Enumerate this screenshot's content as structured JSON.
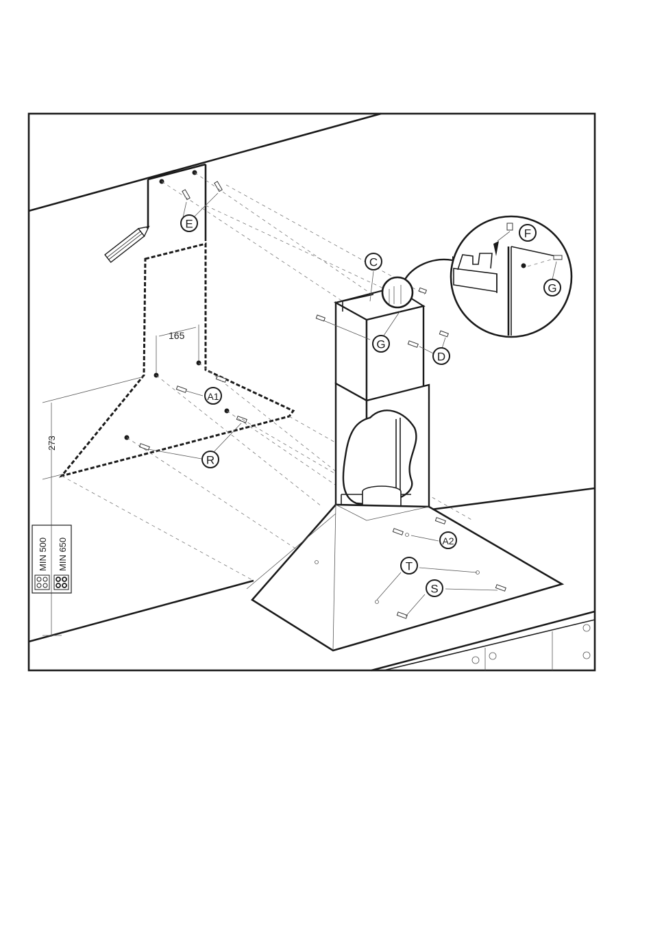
{
  "diagram": {
    "callouts": {
      "E": "E",
      "C": "C",
      "F": "F",
      "G_detail": "G",
      "G_chimney": "G",
      "D": "D",
      "A1": "A1",
      "R": "R",
      "A2": "A2",
      "T": "T",
      "S": "S"
    },
    "dimensions": {
      "hole_spacing": "165",
      "height_offset": "273",
      "min_electric": "MIN 500",
      "min_gas": "MIN 650"
    },
    "icons": [
      "electric-hob-icon",
      "gas-hob-icon",
      "pencil-icon",
      "screw-icon",
      "wall-plug-icon"
    ]
  }
}
